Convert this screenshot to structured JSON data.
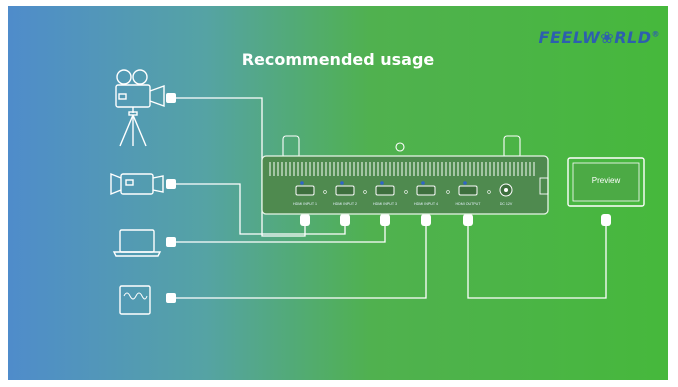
{
  "title": "Recommended usage",
  "brand": {
    "logo": "FEELW❀RLD",
    "reg": "®"
  },
  "preview": {
    "label": "Preview"
  },
  "ports": [
    {
      "label": "HDMI INPUT 1"
    },
    {
      "label": "HDMI INPUT 2"
    },
    {
      "label": "HDMI INPUT 3"
    },
    {
      "label": "HDMI INPUT 4"
    },
    {
      "label": "HDMI OUTPUT"
    },
    {
      "label": "DC 12V"
    }
  ],
  "sources": [
    {
      "icon": "tripod-camera-icon"
    },
    {
      "icon": "camcorder-icon"
    },
    {
      "icon": "laptop-icon"
    },
    {
      "icon": "monitor-signal-icon"
    }
  ],
  "colors": {
    "cable": "#ffffff",
    "port_dot": "#2f64c8",
    "device": "#4f8a4f",
    "logo": "#2d5fae"
  }
}
